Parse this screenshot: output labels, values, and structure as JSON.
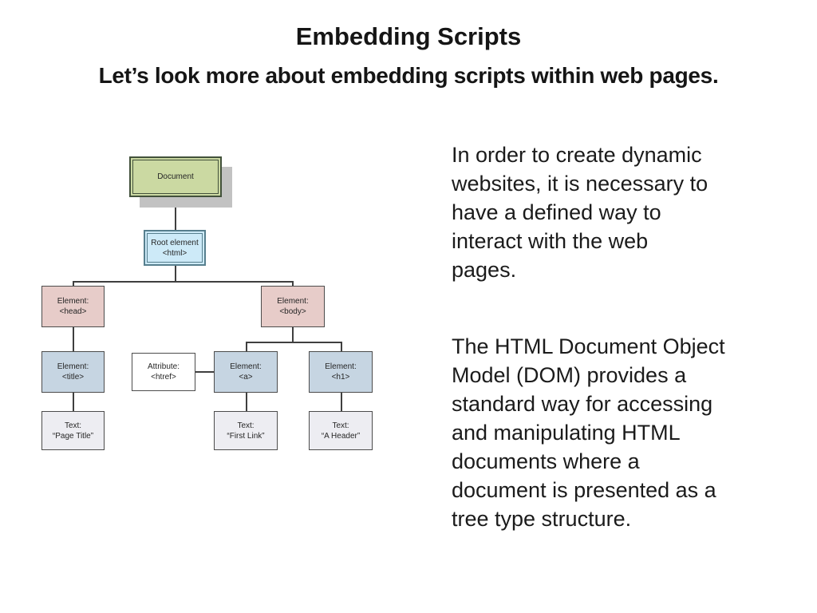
{
  "slide": {
    "title": "Embedding Scripts",
    "subtitle": "Let’s look more about embedding scripts within web pages."
  },
  "content": {
    "paragraphs": [
      "In order to create dynamic\nwebsites, it is necessary to\nhave a defined way to\ninteract with the web\npages.",
      "The HTML Document Object\nModel (DOM) provides a\nstandard way for accessing\nand manipulating HTML\ndocuments where a\ndocument is presented as a\ntree type structure."
    ]
  },
  "diagram": {
    "description": "DOM tree of an HTML document",
    "colors": {
      "document_border": "#42513b",
      "root_border": "#577f8e",
      "default_border": "#4c4c4c",
      "connector": "#3f3f3f",
      "shadow": "#c2c2c2"
    },
    "nodes": {
      "document": {
        "line1": "Document",
        "fill": "#cbd9a2"
      },
      "root": {
        "line1": "Root element",
        "line2": "<html>",
        "fill": "#cdeaf8"
      },
      "head": {
        "line1": "Element:",
        "line2": "<head>",
        "fill": "#e7ccc9"
      },
      "body": {
        "line1": "Element:",
        "line2": "<body>",
        "fill": "#e7ccc9"
      },
      "title": {
        "line1": "Element:",
        "line2": "<title>",
        "fill": "#c6d5e2"
      },
      "attribute": {
        "line1": "Attribute:",
        "line2": "<htref>",
        "fill": "#ffffff"
      },
      "a": {
        "line1": "Element:",
        "line2": "<a>",
        "fill": "#c6d5e2"
      },
      "h1": {
        "line1": "Element:",
        "line2": "<h1>",
        "fill": "#c6d5e2"
      },
      "text_page_title": {
        "line1": "Text:",
        "line2": "“Page Title”",
        "fill": "#ededf2"
      },
      "text_first_link": {
        "line1": "Text:",
        "line2": "“First Link”",
        "fill": "#ededf2"
      },
      "text_a_header": {
        "line1": "Text:",
        "line2": "“A Header”",
        "fill": "#ededf2"
      }
    }
  }
}
